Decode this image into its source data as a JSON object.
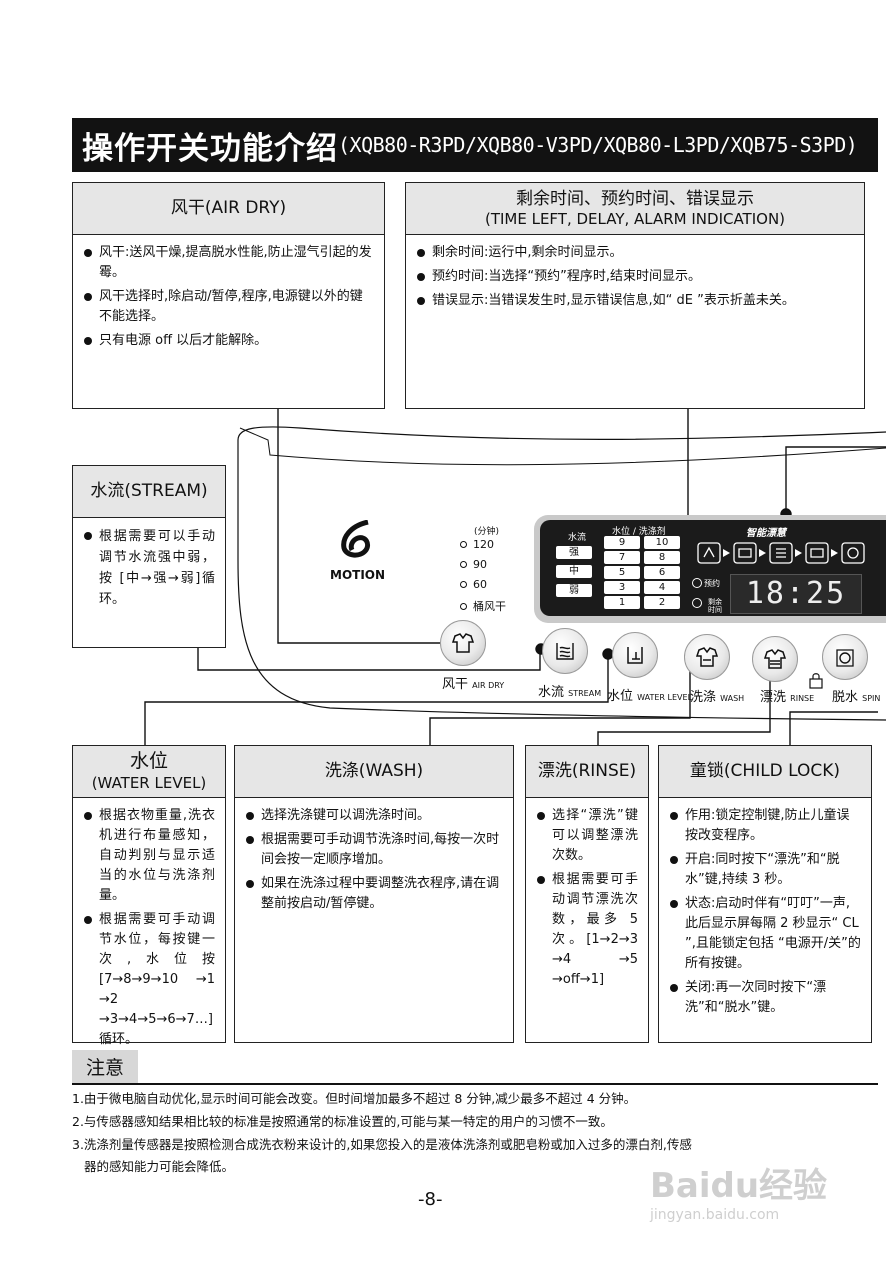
{
  "title": {
    "main": "操作开关功能介绍",
    "models": "(XQB80-R3PD/XQB80-V3PD/XQB80-L3PD/XQB75-S3PD)"
  },
  "air_dry": {
    "heading": "风干(AIR DRY)",
    "items": [
      "风干:送风干燥,提高脱水性能,防止湿气引起的发霉。",
      "风干选择时,除启动/暂停,程序,电源键以外的键不能选择。",
      "只有电源 off 以后才能解除。"
    ]
  },
  "time_left": {
    "heading_cn": "剩余时间、预约时间、错误显示",
    "heading_en": "(TIME LEFT, DELAY, ALARM INDICATION)",
    "items": [
      "剩余时间:运行中,剩余时间显示。",
      "预约时间:当选择“预约”程序时,结束时间显示。",
      "错误显示:当错误发生时,显示错误信息,如“ dE ”表示折盖未关。"
    ]
  },
  "stream": {
    "heading": "水流(STREAM)",
    "items": [
      "根据需要可以手动调节水流强中弱，按 [中→强→弱]循环。"
    ]
  },
  "water_level": {
    "heading_cn": "水位",
    "heading_en": "(WATER LEVEL)",
    "items": [
      "根据衣物重量,洗衣机进行布量感知，自动判别与显示适当的水位与洗涤剂量。",
      "根据需要可手动调节水位，每按键一次,水位按[7→8→9→10 →1 →2 →3→4→5→6→7…]循环。"
    ]
  },
  "wash": {
    "heading": "洗涤(WASH)",
    "items": [
      "选择洗涤键可以调洗涤时间。",
      "根据需要可手动调节洗涤时间,每按一次时间会按一定顺序增加。",
      "如果在洗涤过程中要调整洗衣程序,请在调整前按启动/暂停键。"
    ]
  },
  "rinse": {
    "heading": "漂洗(RINSE)",
    "items": [
      "选择“漂洗”键可以调整漂洗次数。",
      "根据需要可手动调节漂洗次数，最多 5 次。[1→2→3 →4 →5 →off→1]"
    ]
  },
  "child_lock": {
    "heading": "童锁(CHILD LOCK)",
    "items": [
      "作用:锁定控制键,防止儿童误按改变程序。",
      "开启:同时按下“漂洗”和“脱水”键,持续 3 秒。",
      "状态:启动时伴有“叮叮”一声,此后显示屏每隔 2 秒显示“ CL ”,且能锁定包括 “电源开/关”的所有按键。",
      "关闭:再一次同时按下“漂洗”和“脱水”键。"
    ]
  },
  "panel": {
    "logo_text": "MOTION",
    "time_unit_label": "(分钟)",
    "dry_times": [
      "120",
      "90",
      "60",
      "桶风干"
    ],
    "stream_label": "水流",
    "stream_keys": [
      "强",
      "中",
      "弱"
    ],
    "level_wash_label": "水位 / 洗涤剂",
    "level_keys_left": [
      "9",
      "7",
      "5",
      "3",
      "1"
    ],
    "level_keys_right": [
      "10",
      "8",
      "6",
      "4",
      "2"
    ],
    "program_label": "智能漂慧",
    "delay_label": "预约",
    "remain_label": "剩余时间",
    "display_digits": "18:25",
    "buttons": [
      {
        "cn": "风干",
        "en": "AIR DRY"
      },
      {
        "cn": "水流",
        "en": "STREAM"
      },
      {
        "cn": "水位",
        "en": "WATER LEVEL"
      },
      {
        "cn": "洗涤",
        "en": "WASH"
      },
      {
        "cn": "漂洗",
        "en": "RINSE"
      },
      {
        "cn": "脱水",
        "en": "SPIN"
      }
    ]
  },
  "notes": {
    "heading": "注意",
    "lines": [
      "1.由于微电脑自动优化,显示时间可能会改变。但时间增加最多不超过 8 分钟,减少最多不超过 4 分钟。",
      "2.与传感器感知结果相比较的标准是按照通常的标准设置的,可能与某一特定的用户的习惯不一致。",
      "3.洗涤剂量传感器是按照检测合成洗衣粉来设计的,如果您投入的是液体洗涤剂或肥皂粉或加入过多的漂白剂,传感",
      "器的感知能力可能会降低。"
    ]
  },
  "page_number": "-8-",
  "watermark": {
    "brand": "Baidu经验",
    "url": "jingyan.baidu.com"
  }
}
